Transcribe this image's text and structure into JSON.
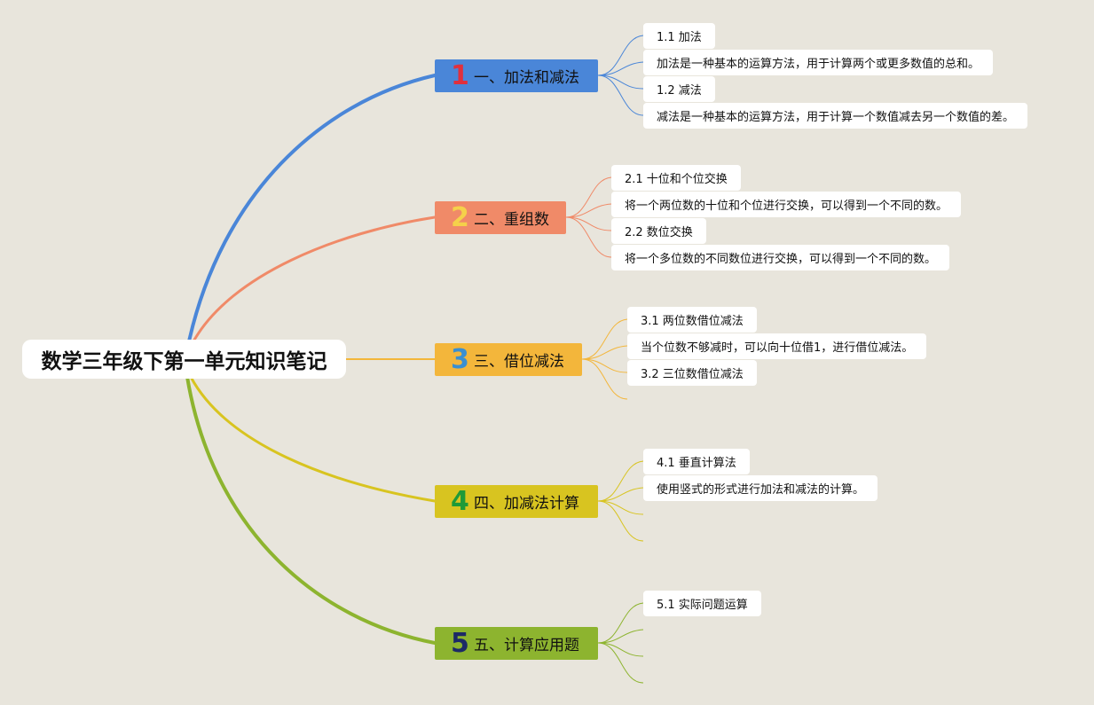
{
  "root": {
    "title": "数学三年级下第一单元知识笔记"
  },
  "colors": {
    "background": "#e8e5dc",
    "branch1": "#4a86d8",
    "branch2": "#f08a68",
    "branch3": "#f3b63b",
    "branch4": "#d8c420",
    "branch5": "#8db42f",
    "num1": "#e0303d",
    "num2": "#f5d14a",
    "num3": "#3a8fd0",
    "num4": "#1e9a38",
    "num5": "#1c2a66"
  },
  "branches": [
    {
      "number": "1",
      "title": "一、加法和减法",
      "color": "#4a86d8",
      "numColor": "#e0303d",
      "leaves": [
        "1.1 加法",
        "加法是一种基本的运算方法，用于计算两个或更多数值的总和。",
        "1.2 减法",
        "减法是一种基本的运算方法，用于计算一个数值减去另一个数值的差。"
      ]
    },
    {
      "number": "2",
      "title": "二、重组数",
      "color": "#f08a68",
      "numColor": "#f5d14a",
      "leaves": [
        "2.1 十位和个位交换",
        "将一个两位数的十位和个位进行交换，可以得到一个不同的数。",
        "2.2 数位交换",
        "将一个多位数的不同数位进行交换，可以得到一个不同的数。"
      ]
    },
    {
      "number": "3",
      "title": "三、借位减法",
      "color": "#f3b63b",
      "numColor": "#3a8fd0",
      "leaves": [
        "3.1 两位数借位减法",
        "当个位数不够减时，可以向十位借1，进行借位减法。",
        "3.2 三位数借位减法"
      ]
    },
    {
      "number": "4",
      "title": "四、加减法计算",
      "color": "#d8c420",
      "numColor": "#1e9a38",
      "leaves": [
        "4.1 垂直计算法",
        "使用竖式的形式进行加法和减法的计算。"
      ]
    },
    {
      "number": "5",
      "title": "五、计算应用题",
      "color": "#8db42f",
      "numColor": "#1c2a66",
      "leaves": [
        "5.1 实际问题运算"
      ]
    }
  ]
}
